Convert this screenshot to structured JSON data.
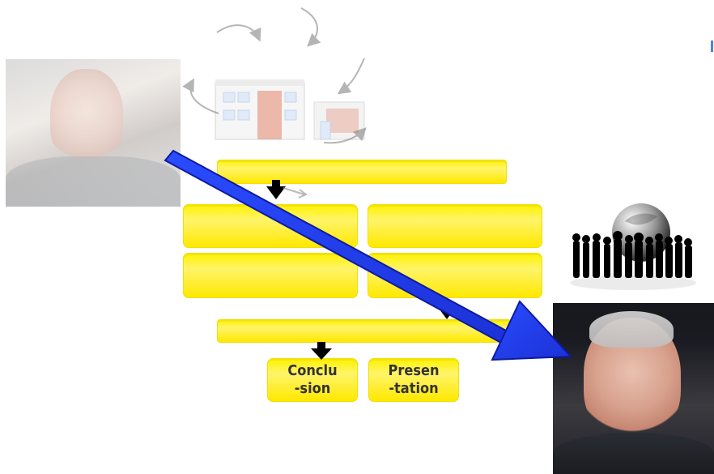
{
  "diagram": {
    "boxes": {
      "conclusion_label": "Conclu\n-sion",
      "presentation_label": "Presen\n-tation"
    }
  },
  "colors": {
    "box_fill": "#ffee00",
    "arrow_blue": "#1f3ef0",
    "arrow_black": "#000000",
    "text": "#333333"
  },
  "icons": {
    "left_photo": "man-portrait-photo",
    "right_photo": "man-portrait-photo",
    "building": "building-cluster-icon",
    "people": "people-group-globe-icon",
    "flow_arrow": "blue-diagonal-arrow"
  }
}
